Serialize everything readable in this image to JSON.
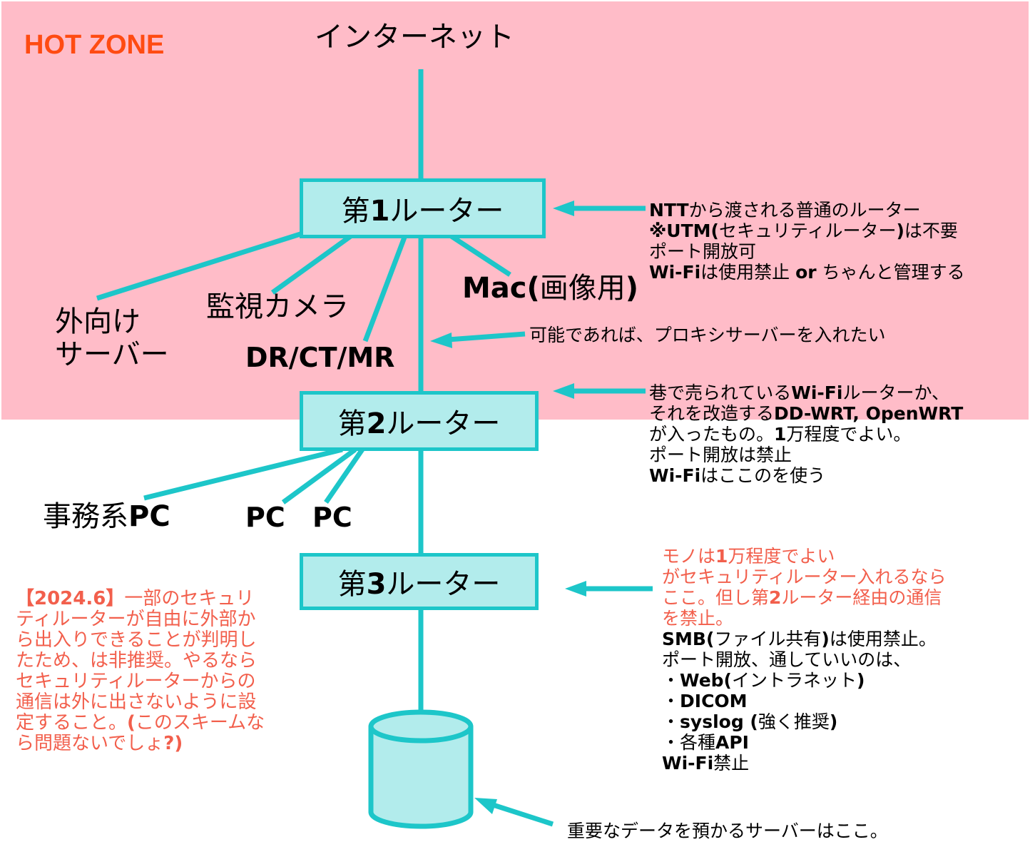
{
  "colors": {
    "hot_zone": "#FFBCC8",
    "line": "#1DC6C9",
    "box_fill": "#B2ECEC",
    "hot_zone_label": "#FF4B12",
    "red_note": "#F25F4C"
  },
  "zone_label": "HOT ZONE",
  "internet": "インターネット",
  "router1": {
    "pre": "第",
    "num": "1",
    "post": "ルーター"
  },
  "router2": {
    "pre": "第",
    "num": "2",
    "post": "ルーター"
  },
  "router3": {
    "pre": "第",
    "num": "3",
    "post": "ルーター"
  },
  "devices": {
    "external_server_line1": "外向け",
    "external_server_line2": "サーバー",
    "camera": "監視カメラ",
    "modality": "DR/CT/MR",
    "mac_a": "Mac(",
    "mac_b": "画像用",
    "mac_c": ")",
    "office_pc_a": "事務系",
    "office_pc_b": "PC",
    "pc1": "PC",
    "pc2": "PC"
  },
  "proxy_note": "可能であれば、プロキシサーバーを入れたい",
  "server_note": "重要なデータを預かるサーバーはここ。",
  "router1_note": {
    "l1a": "NTT",
    "l1b": "から渡される普通のルーター",
    "l2a": "※UTM(",
    "l2b": "セキュリティルーター",
    "l2c": ")",
    "l2d": "は不要",
    "l3": "ポート開放可",
    "l4a": "Wi-Fi",
    "l4b": "は使用禁止 ",
    "l4c": "or",
    "l4d": " ちゃんと管理する"
  },
  "router2_note": {
    "l1a": "巷で売られている",
    "l1b": "Wi-Fi",
    "l1c": "ルーターか、",
    "l2a": "それを改造する",
    "l2b": "DD-WRT, OpenWRT",
    "l3a": "が入ったもの。",
    "l3b": "1",
    "l3c": "万程度でよい。",
    "l4": "ポート開放は禁止",
    "l5a": "Wi-Fi",
    "l5b": "はここのを使う"
  },
  "router3_note": {
    "r1a": "モノは",
    "r1b": "1",
    "r1c": "万程度でよい",
    "r2": "がセキュリティルーター入れるなら",
    "r3a": "ここ。但し第",
    "r3b": "2",
    "r3c": "ルーター経由の通信",
    "r4": "を禁止。",
    "l5a": "SMB(",
    "l5b": "ファイル共有",
    "l5c": ")",
    "l5d": "は使用禁止。",
    "l6": "ポート開放、通していいのは、",
    "l7a": "・",
    "l7b": "Web(",
    "l7c": "イントラネット",
    "l7d": ")",
    "l8a": "・",
    "l8b": "DICOM",
    "l9a": "・",
    "l9b": "syslog (",
    "l9c": "強く推奨",
    "l9d": ")",
    "l10a": "・各種",
    "l10b": "API",
    "l11a": "Wi-Fi",
    "l11b": "禁止"
  },
  "warning_note": {
    "l1a": "【2024.6】",
    "l1b": "一部のセキュリ",
    "l2": "ティルーターが自由に外部か",
    "l3": "ら出入りできることが判明し",
    "l4": "たため、は非推奨。やるなら",
    "l5": "セキュリティルーターからの",
    "l6": "通信は外に出さないように設",
    "l7a": "定すること。",
    "l7b": "(",
    "l7c": "このスキームな",
    "l8a": "ら問題ないでしょ",
    "l8b": "?)"
  }
}
